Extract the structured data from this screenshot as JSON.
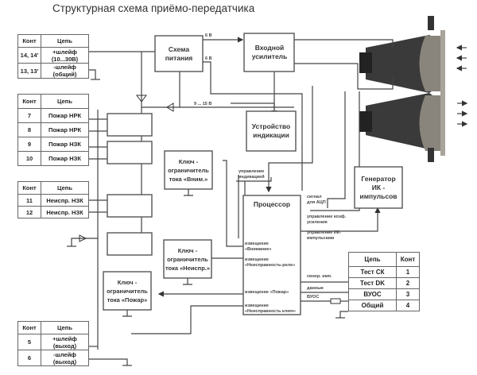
{
  "title": "Структурная схема приёмо-передатчика",
  "tables": {
    "power": {
      "header": [
        "Конт",
        "Цепь"
      ],
      "rows": [
        [
          "14, 14'",
          "+шлейф (10...30В)"
        ],
        [
          "13, 13'",
          "-шлейф (общий)"
        ]
      ]
    },
    "fire": {
      "header": [
        "Конт",
        "Цепь"
      ],
      "rows": [
        [
          "7",
          "Пожар НРК"
        ],
        [
          "8",
          "Пожар НРК"
        ],
        [
          "9",
          "Пожар НЗК"
        ],
        [
          "10",
          "Пожар НЗК"
        ]
      ]
    },
    "fault": {
      "header": [
        "Конт",
        "Цепь"
      ],
      "rows": [
        [
          "11",
          "Неиспр. НЗК"
        ],
        [
          "12",
          "Неиспр. НЗК"
        ]
      ]
    },
    "output": {
      "header": [
        "Конт",
        "Цепь"
      ],
      "rows": [
        [
          "5",
          "+шлейф (выход)"
        ],
        [
          "6",
          "-шлейф (выход)"
        ]
      ]
    },
    "test": {
      "header": [
        "Цепь",
        "Конт"
      ],
      "rows": [
        [
          "Тест СК",
          "1"
        ],
        [
          "Тест DK",
          "2"
        ],
        [
          "ВУОС",
          "3"
        ],
        [
          "Общий",
          "4"
        ]
      ]
    }
  },
  "blocks": {
    "power_supply": "Схема питания",
    "input_amp": "Входной усилитель",
    "indicator": "Устройство индикации",
    "key_attention": "Ключ - ограничитель тока «Вним.»",
    "key_fault": "Ключ - ограничитель тока «Неиспр.»",
    "key_fire": "Ключ - ограничитель тока «Пожар»",
    "processor": "Процессор",
    "ir_generator": "Генератор ИК - импульсов"
  },
  "labels": {
    "v6a": "6 В",
    "v6b": "6 В",
    "v915": "9 ... 15 В",
    "ctrl_ind": "управление индикацией",
    "adc": "сигнал для АЦП",
    "gain": "управление коэф. усиления",
    "ir_ctrl": "управление ИК-импульсами",
    "n_att": "извещение «Внимание»",
    "n_relay": "извещение «Неисправность-реле»",
    "n_fire": "извещение «Пожар»",
    "n_key": "извещение «Неисправность ключ»",
    "sync": "синхр. имп.",
    "data": "данные",
    "vuos": "ВУОС"
  }
}
